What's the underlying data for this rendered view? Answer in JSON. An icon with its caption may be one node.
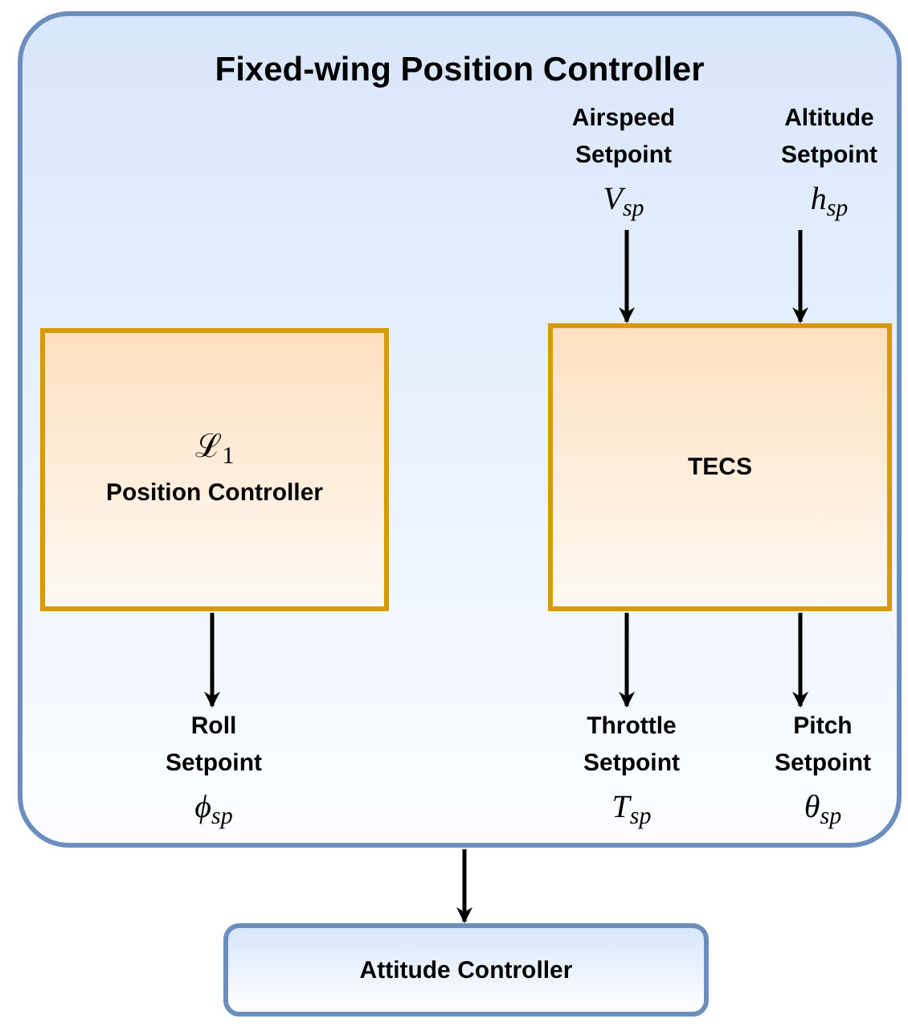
{
  "diagram": {
    "nodes": [
      {
        "text": [
          "Fixed-wing Position Controller"
        ]
      },
      {
        "text": [
          "Airspeed Setpoint",
          "V$_{sp}$"
        ],
        "in": 0
      },
      {
        "text": [
          "Altitude Setpoint",
          "h$_{sp}$"
        ],
        "in": 0
      },
      {
        "text": [
          "ℒ$_{1}$",
          "Position Controller"
        ],
        "in": 0
      },
      {
        "text": [
          "TECS"
        ],
        "in": 0
      },
      {
        "text": [
          "Roll Setpoint",
          "ϕ$_{sp}$"
        ],
        "in": 0
      },
      {
        "text": [
          "Throttle Setpoint",
          "T$_{sp}$"
        ],
        "in": 0
      },
      {
        "text": [
          "Pitch Setpoint",
          "θ$_{sp}$"
        ],
        "in": 0
      },
      {
        "text": [
          "Attitude Controller"
        ]
      }
    ],
    "edges": [
      {
        "from": 1,
        "to": 4,
        "arrow": "to"
      },
      {
        "from": 2,
        "to": 4,
        "arrow": "to"
      },
      {
        "from": 3,
        "to": 5,
        "arrow": "to"
      },
      {
        "from": 4,
        "to": 6,
        "arrow": "to"
      },
      {
        "from": 4,
        "to": 7,
        "arrow": "to"
      },
      {
        "from": 0,
        "to": 8,
        "arrow": "to"
      }
    ]
  }
}
